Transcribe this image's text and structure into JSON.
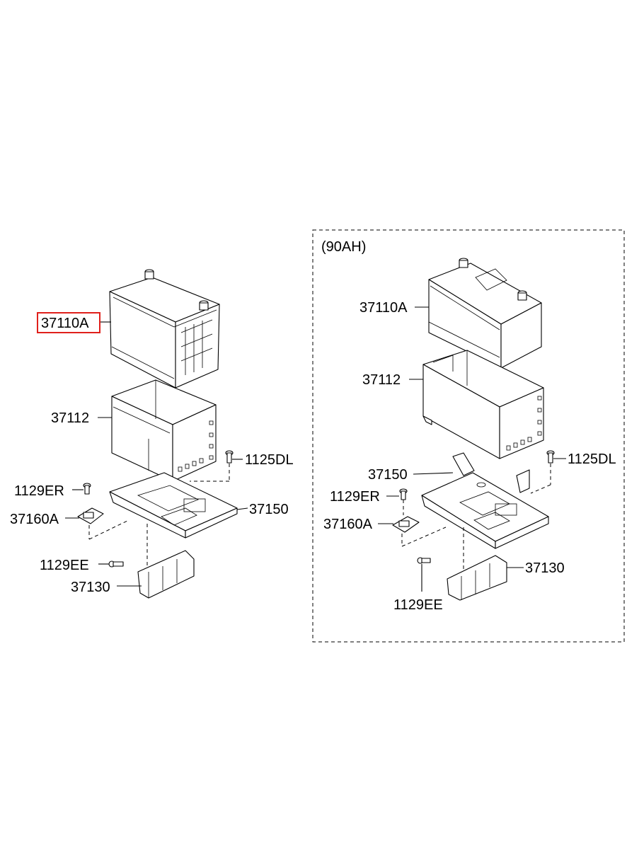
{
  "left_assembly": {
    "labels": {
      "battery": "37110A",
      "battery_case": "37112",
      "bolt_dl": "1125DL",
      "bolt_er": "1129ER",
      "clamp": "37160A",
      "tray": "37150",
      "bolt_ee": "1129EE",
      "bracket": "37130"
    },
    "highlighted_part": "37110A"
  },
  "right_assembly": {
    "variant": "(90AH)",
    "labels": {
      "battery": "37110A",
      "battery_case": "37112",
      "tray": "37150",
      "bolt_dl": "1125DL",
      "bolt_er": "1129ER",
      "clamp": "37160A",
      "bracket": "37130",
      "bolt_ee": "1129EE"
    }
  },
  "colors": {
    "highlight": "#e0201b",
    "ink": "#000000"
  }
}
